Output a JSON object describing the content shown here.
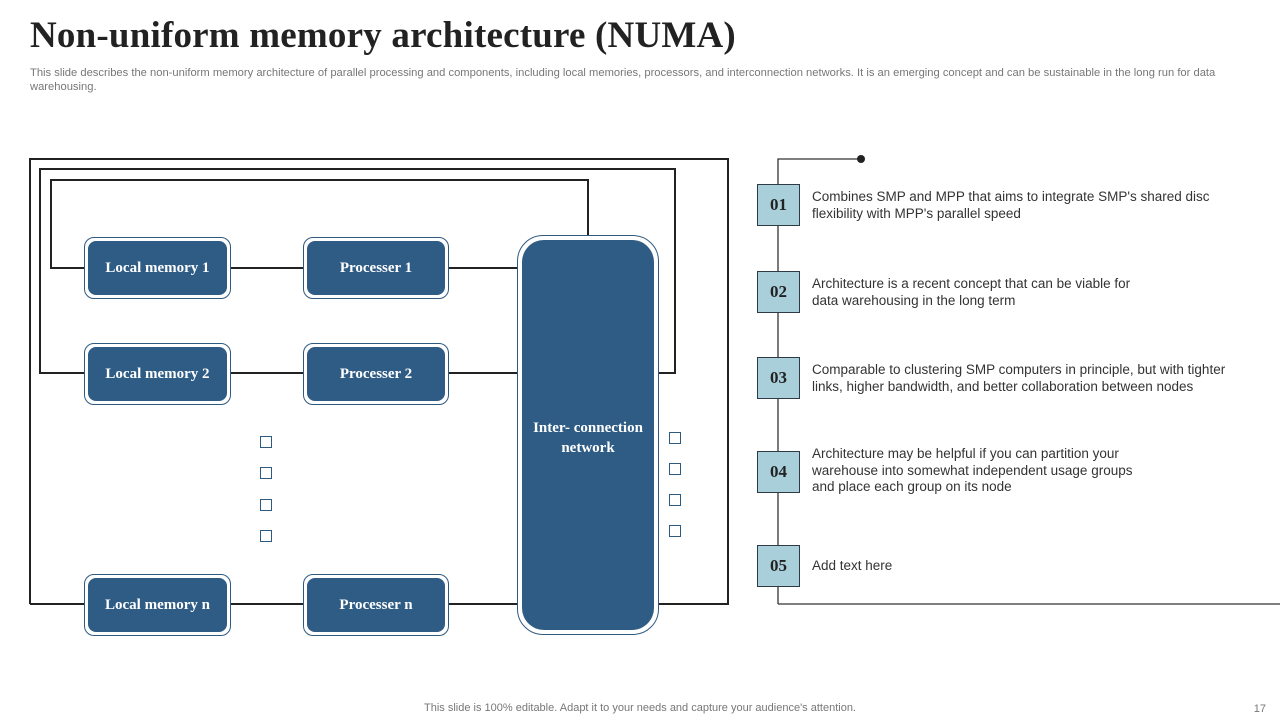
{
  "header": {
    "title": "Non-uniform memory architecture (NUMA)",
    "subtitle": "This slide describes the non-uniform memory architecture of parallel processing and components, including local memories, processors, and interconnection networks. It is an emerging concept and can be sustainable in the long run for data warehousing."
  },
  "diagram": {
    "local_memories": [
      "Local memory  1",
      "Local memory  2",
      "Local memory  n"
    ],
    "processors": [
      "Processer 1",
      "Processer 2",
      "Processer n"
    ],
    "network_label_line1": "Inter- connection",
    "network_label_line2": "network",
    "colors": {
      "node_fill": "#2f5c85",
      "line": "#222222"
    }
  },
  "steps": [
    {
      "number": "01",
      "text": "Combines SMP and MPP that aims to integrate SMP's shared disc flexibility with MPP's parallel speed"
    },
    {
      "number": "02",
      "text": "Architecture is a recent concept that can be viable for data warehousing in the long term"
    },
    {
      "number": "03",
      "text": "Comparable to clustering SMP computers in principle, but with tighter links, higher bandwidth, and better collaboration between nodes"
    },
    {
      "number": "04",
      "text": "Architecture may be helpful if you can partition your warehouse into somewhat independent usage groups and place each group on its node"
    },
    {
      "number": "05",
      "text": "Add text here"
    }
  ],
  "step_color": "#a9d0da",
  "footer": {
    "note": "This slide is 100% editable. Adapt it to your needs and capture your audience's attention.",
    "page_number": "17"
  }
}
